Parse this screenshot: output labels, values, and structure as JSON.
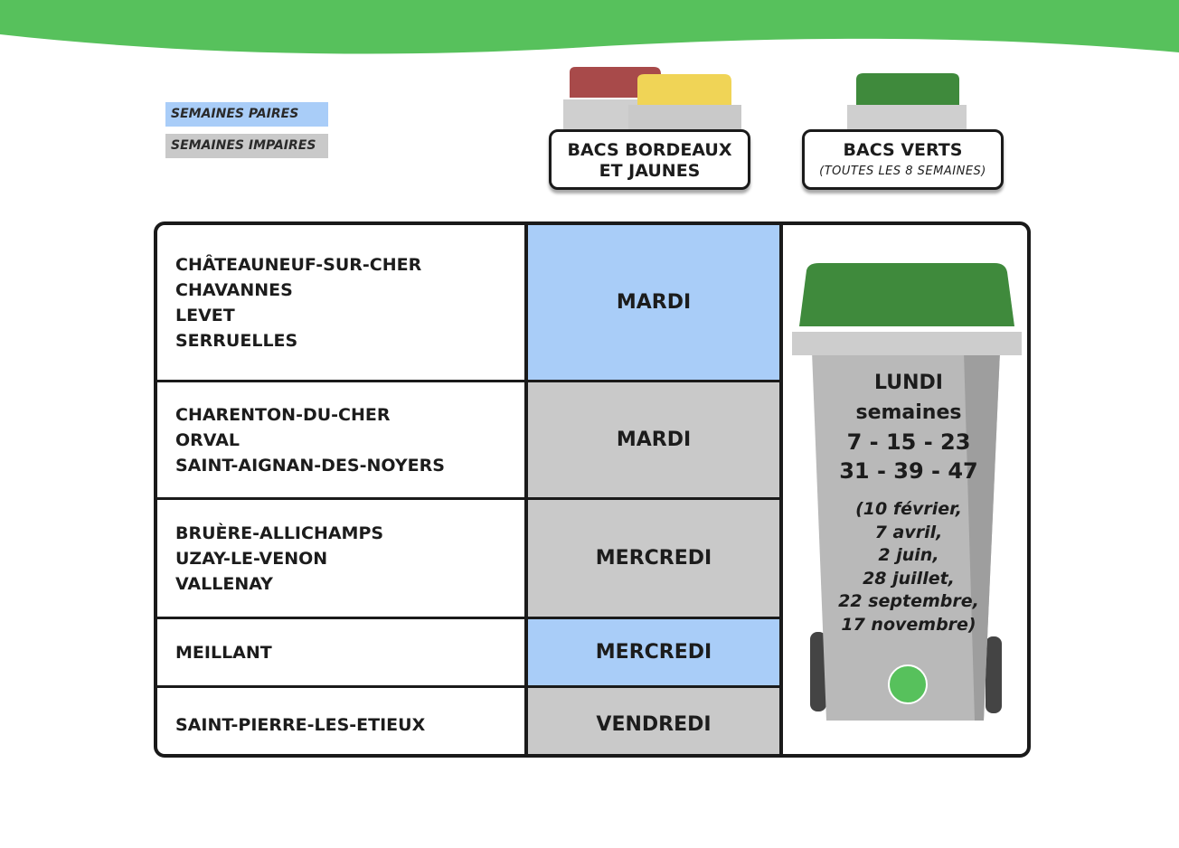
{
  "colors": {
    "even_weeks": "#a9cdf8",
    "odd_weeks": "#c9c9c9",
    "brand_green": "#57c15c"
  },
  "legend": {
    "even": "SEMAINES PAIRES",
    "odd": "SEMAINES IMPAIRES"
  },
  "headers": {
    "bordeaux_jaunes": {
      "line1": "BACS BORDEAUX",
      "line2": "ET JAUNES"
    },
    "verts": {
      "title": "BACS VERTS",
      "subtitle": "(TOUTES LES 8 SEMAINES)"
    }
  },
  "rows": [
    {
      "towns": [
        "CHÂTEAUNEUF-SUR-CHER",
        "CHAVANNES",
        "LEVET",
        "SERRUELLES"
      ],
      "day": "MARDI",
      "weeks": "even"
    },
    {
      "towns": [
        "CHARENTON-DU-CHER",
        "ORVAL",
        "SAINT-AIGNAN-DES-NOYERS"
      ],
      "day": "MARDI",
      "weeks": "odd"
    },
    {
      "towns": [
        "BRUÈRE-ALLICHAMPS",
        "UZAY-LE-VENON",
        "VALLENAY"
      ],
      "day": "MERCREDI",
      "weeks": "odd"
    },
    {
      "towns": [
        "MEILLANT"
      ],
      "day": "MERCREDI",
      "weeks": "even"
    },
    {
      "towns": [
        "SAINT-PIERRE-LES-ETIEUX"
      ],
      "day": "VENDREDI",
      "weeks": "odd"
    }
  ],
  "green_bin": {
    "day": "LUNDI",
    "weeks_label": "semaines",
    "weeks_line1": "7 - 15 - 23",
    "weeks_line2": "31 - 39 - 47",
    "dates": [
      "(10 février,",
      "7 avril,",
      "2 juin,",
      "28 juillet,",
      "22 septembre,",
      "17 novembre)"
    ]
  }
}
